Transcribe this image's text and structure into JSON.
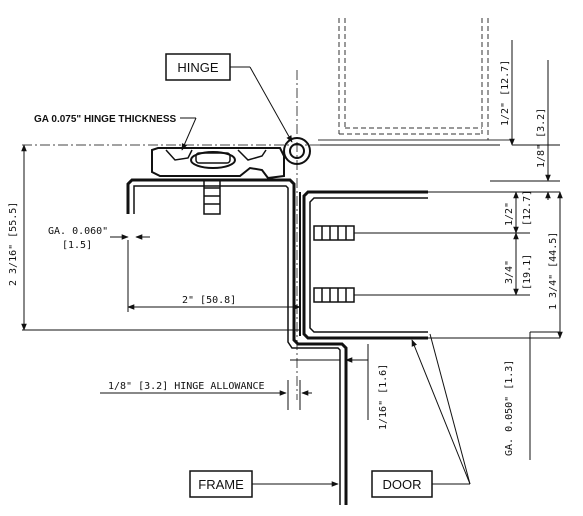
{
  "callouts": {
    "hinge": "HINGE",
    "frame": "FRAME",
    "door": "DOOR",
    "hinge_thickness": "GA 0.075\" HINGE THICKNESS"
  },
  "dimensions": {
    "frame_gauge": "GA. 0.060\"",
    "frame_gauge_mm": "[1.5]",
    "overall_height": "2 3/16\" [55.5]",
    "frame_width": "2\" [50.8]",
    "hinge_allowance": "1/8\" [3.2] HINGE ALLOWANCE",
    "top_half_inch": "1/2\" [12.7]",
    "top_eighth": "1/8\" [3.2]",
    "half_inch": "1/2\"",
    "half_inch_mm": "[12.7]",
    "three_quarter": "3/4\"",
    "three_quarter_mm": "[19.1]",
    "door_thickness": "1 3/4\" [44.5]",
    "gap_sixteenth": "1/16\" [1.6]",
    "door_gauge": "GA. 0.050\" [1.3]"
  }
}
